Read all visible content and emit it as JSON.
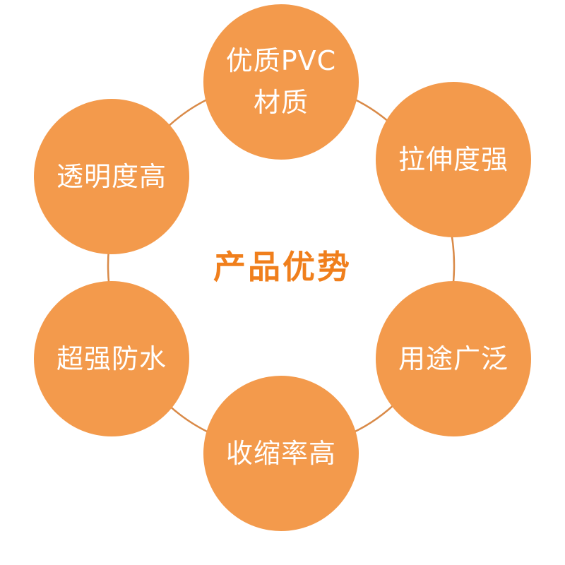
{
  "title": "产品优势",
  "colors": {
    "node_fill": "#F39A4C",
    "ring_line": "#D98A48",
    "title_color": "#F07F1C",
    "node_text": "#FFFFFF"
  },
  "features": [
    {
      "lines": [
        "优质PVC",
        "材质"
      ]
    },
    {
      "lines": [
        "拉伸度强"
      ]
    },
    {
      "lines": [
        "用途广泛"
      ]
    },
    {
      "lines": [
        "收缩率高"
      ]
    },
    {
      "lines": [
        "超强防水"
      ]
    },
    {
      "lines": [
        "透明度高"
      ]
    }
  ]
}
